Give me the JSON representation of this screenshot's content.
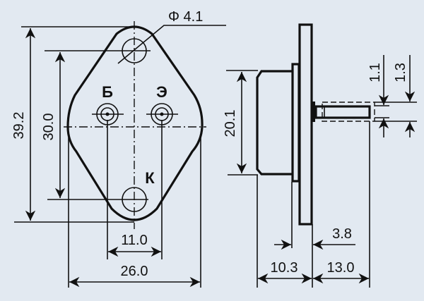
{
  "front_view": {
    "pin_labels": {
      "base": "Б",
      "emitter": "Э",
      "collector": "К"
    },
    "hole_diameter": "Φ 4.1",
    "dim_height_total": "39.2",
    "dim_hole_spacing": "30.0",
    "dim_pin_spacing": "11.0",
    "dim_width": "26.0"
  },
  "side_view": {
    "dim_can_height": "20.1",
    "dim_pin_dia": "1.1",
    "dim_pin_dia_outer": "1.3",
    "dim_flange": "3.8",
    "dim_body_depth": "10.3",
    "dim_pin_length": "13.0"
  },
  "colors": {
    "background": "#e2e9f1",
    "line": "#111111"
  }
}
